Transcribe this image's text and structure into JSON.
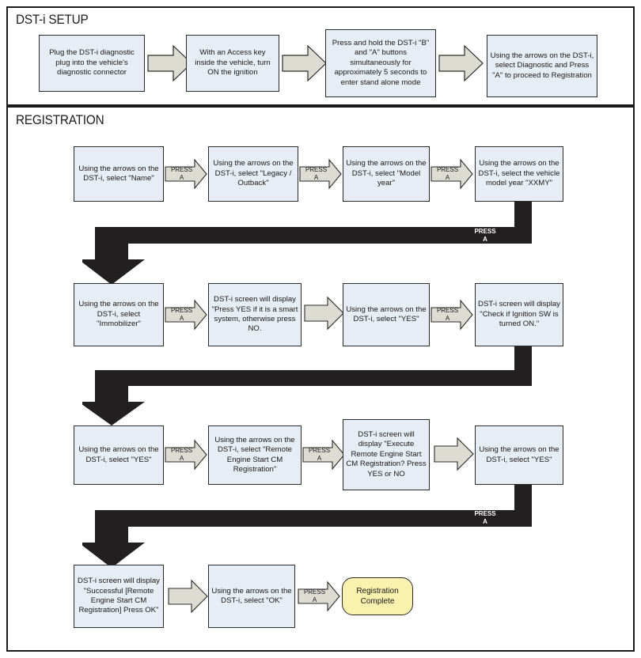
{
  "sections": {
    "setup": {
      "title": "DST-i SETUP"
    },
    "registration": {
      "title": "REGISTRATION"
    }
  },
  "setup_steps": [
    {
      "id": "setup-1",
      "text": "Plug the DST-i diagnostic plug into the vehicle's diagnostic connector"
    },
    {
      "id": "setup-2",
      "text": "With an Access key inside the vehicle, turn ON the ignition"
    },
    {
      "id": "setup-3",
      "text": "Press and hold the DST-i \"B\" and \"A\" buttons simultaneously for approximately 5 seconds to enter stand alone mode"
    },
    {
      "id": "setup-4",
      "text": "Using the arrows on the DST-i, select Diagnostic and Press \"A\" to proceed to Registration"
    }
  ],
  "registration_rows": [
    {
      "id": "row-1",
      "steps": [
        {
          "id": "reg-1-1",
          "text": "Using the arrows on the DST-i, select \"Name\""
        },
        {
          "id": "reg-1-2",
          "text": "Using the arrows on the DST-i, select \"Legacy / Outback\""
        },
        {
          "id": "reg-1-3",
          "text": "Using the arrows on the DST-i, select \"Model year\""
        },
        {
          "id": "reg-1-4",
          "text": "Using the arrows on the DST-i, select the vehicle model year \"XXMY\""
        }
      ]
    },
    {
      "id": "row-2",
      "steps": [
        {
          "id": "reg-2-1",
          "text": "Using the arrows on the DST-i, select \"Immobilizer\""
        },
        {
          "id": "reg-2-2",
          "text": "DST-i screen will display \"Press YES if it is a smart system, otherwise press NO."
        },
        {
          "id": "reg-2-3",
          "text": "Using the arrows on the DST-i, select \"YES\""
        },
        {
          "id": "reg-2-4",
          "text": "DST-i screen will display \"Check if Ignition SW is turned ON.\""
        }
      ]
    },
    {
      "id": "row-3",
      "steps": [
        {
          "id": "reg-3-1",
          "text": "Using the arrows on the DST-i, select \"YES\""
        },
        {
          "id": "reg-3-2",
          "text": "Using the arrows on the DST-i, select \"Remote Engine Start CM Registration\""
        },
        {
          "id": "reg-3-3",
          "text": "DST-i screen will display \"Execute Remote Engine Start CM Registration? Press YES or NO"
        },
        {
          "id": "reg-3-4",
          "text": "Using the arrows on the DST-i, select \"YES\""
        }
      ]
    },
    {
      "id": "row-4",
      "steps": [
        {
          "id": "reg-4-1",
          "text": "DST-i screen will display \"Successful [Remote Engine Start CM Registration] Press OK\""
        },
        {
          "id": "reg-4-2",
          "text": "Using the arrows on the DST-i, select \"OK\""
        }
      ],
      "terminal": {
        "id": "reg-complete",
        "text": "Registration Complete"
      }
    }
  ],
  "press_arrows": {
    "line1": "PRESS",
    "line2": "A"
  },
  "connector_labels": {
    "connector_1": {
      "line1": "PRESS",
      "line2": "A"
    },
    "connector_2": {
      "line1": "",
      "line2": ""
    },
    "connector_3": {
      "line1": "PRESS",
      "line2": "A"
    }
  },
  "colors": {
    "node_fill": "#e6edf4",
    "node_border": "#2a2a2a",
    "arrow_fill": "#dcdcd2",
    "terminal_fill": "#f8f2ae",
    "connector_black": "#221f20",
    "frame": "#1b1b1b"
  }
}
